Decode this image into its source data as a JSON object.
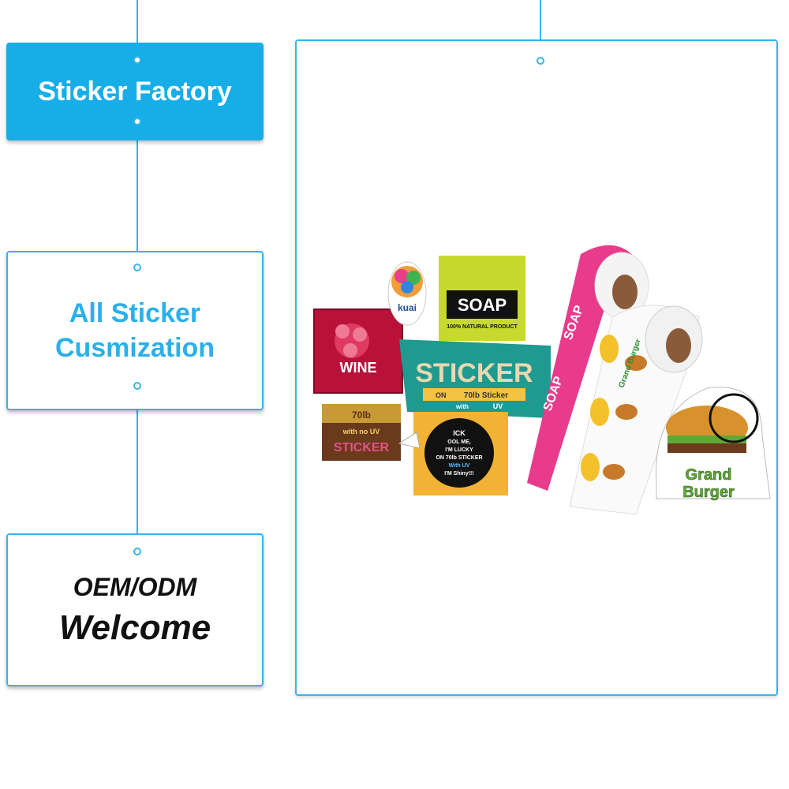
{
  "steps": [
    {
      "label": "Sticker Factory"
    },
    {
      "line1": "All Sticker",
      "line2": "Cusmization"
    },
    {
      "line1": "OEM/ODM",
      "line2": "Welcome"
    }
  ],
  "product_image": {
    "stickers": {
      "wine": "WINE",
      "kuai": "kuai",
      "soap": "SOAP",
      "soap_sub": "100% NATURAL PRODUCT",
      "sticker": "STICKER",
      "sticker_on": "ON",
      "sticker_sub": "70lb Sticker",
      "sticker_with": "with",
      "sticker_uv": "UV",
      "small_70lb": "70lb",
      "small_with": "with no UV",
      "small_sticker": "STICKER",
      "black_lines": [
        "ICK",
        "OOL ME,",
        "I'M LUCKY",
        "ON 70lb STICKER",
        "With UV",
        "I'M Shiny!!!"
      ],
      "roll_soap": "SOAP",
      "roll_burger": "Grand Burger",
      "burger_line1": "Grand",
      "burger_line2": "Burger"
    }
  },
  "colors": {
    "accent": "#35b6e8",
    "filled": "#17aee8"
  }
}
